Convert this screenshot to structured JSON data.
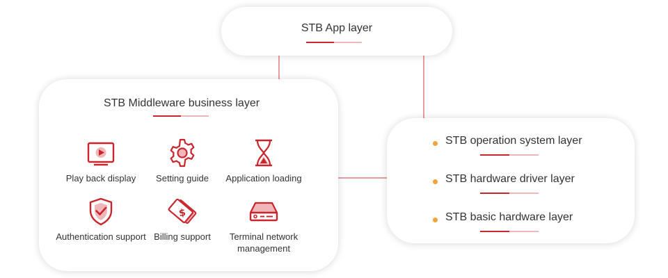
{
  "app_layer": {
    "title": "STB App layer"
  },
  "middleware_layer": {
    "title": "STB Middleware business layer",
    "features": [
      {
        "label": "Play back display",
        "icon": "play-back-display-icon"
      },
      {
        "label": "Setting guide",
        "icon": "setting-gear-icon"
      },
      {
        "label": "Application loading",
        "icon": "hourglass-icon"
      },
      {
        "label": "Authentication support",
        "icon": "shield-check-icon"
      },
      {
        "label": "Billing support",
        "icon": "billing-card-icon"
      },
      {
        "label": "Terminal network management",
        "icon": "network-device-icon"
      }
    ]
  },
  "system_layers": {
    "items": [
      {
        "label": "STB operation system layer"
      },
      {
        "label": "STB hardware driver layer"
      },
      {
        "label": "STB basic hardware layer"
      }
    ]
  },
  "colors": {
    "accent_red": "#c9252c",
    "accent_light": "#f0b7ba",
    "bullet_orange": "#f2a43a",
    "connector": "#e07b80"
  }
}
